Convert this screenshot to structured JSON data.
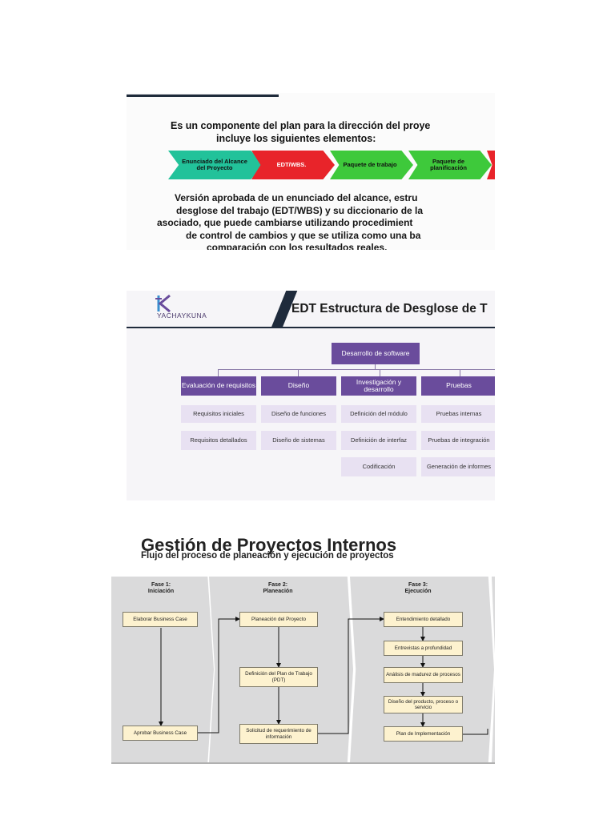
{
  "slide_scope": {
    "heading_line1": "Es un componente del plan para la dirección del proye",
    "heading_line2": "incluye los siguientes elementos:",
    "chevrons": [
      {
        "label": "Enunciado del Alcance del Proyecto",
        "color": "#22c29a"
      },
      {
        "label": "EDT/WBS.",
        "color": "#e8242a"
      },
      {
        "label": "Paquete de trabajo",
        "color": "#3ec93b"
      },
      {
        "label": "Paquete de planificación",
        "color": "#3ec93b"
      },
      {
        "label": "",
        "color": "#e8242a"
      }
    ],
    "body_lines": [
      "Versión aprobada de un enunciado del alcance, estru",
      "desglose del trabajo (EDT/WBS) y su diccionario de la",
      "asociado, que puede cambiarse utilizando procedimient",
      "de control de cambios y que se utiliza como una ba",
      "comparación con los resultados reales."
    ]
  },
  "slide_edt": {
    "logo_text": "YACHAYKUNA",
    "title": "EDT Estructura de Desglose de T",
    "root": "Desarrollo de software",
    "columns": [
      {
        "header": "Evaluación de requisitos",
        "items": [
          "Requisitos iniciales",
          "Requisitos detallados"
        ]
      },
      {
        "header": "Diseño",
        "items": [
          "Diseño de funciones",
          "Diseño de sistemas"
        ]
      },
      {
        "header": "Investigación y desarrollo",
        "items": [
          "Definición del módulo",
          "Definición de interfaz",
          "Codificación"
        ]
      },
      {
        "header": "Pruebas",
        "items": [
          "Pruebas internas",
          "Pruebas de integración",
          "Generación de informes"
        ]
      }
    ]
  },
  "gestion": {
    "title": "Gestión de Proyectos Internos",
    "subtitle": "Flujo del proceso de planeación y ejecución de proyectos",
    "phases": [
      {
        "label": "Fase 1:\nIniciación",
        "steps": [
          "Elaborar Business Case",
          "Aprobar Business Case"
        ]
      },
      {
        "label": "Fase 2:\nPlaneación",
        "steps": [
          "Planeación del Proyecto",
          "Definición del Plan de Trabajo (PDT)",
          "Solicitud de requerimiento de información"
        ]
      },
      {
        "label": "Fase 3:\nEjecución",
        "steps": [
          "Entendimiento detallado",
          "Entrevistas a profundidad",
          "Análisis de madurez de procesos",
          "Diseño del producto, proceso o servicio",
          "Plan de Implementación"
        ]
      }
    ]
  },
  "colors": {
    "purple": "#6a4c9c",
    "lavender": "#e8e1f2",
    "flow_box": "#fdf2cf"
  }
}
